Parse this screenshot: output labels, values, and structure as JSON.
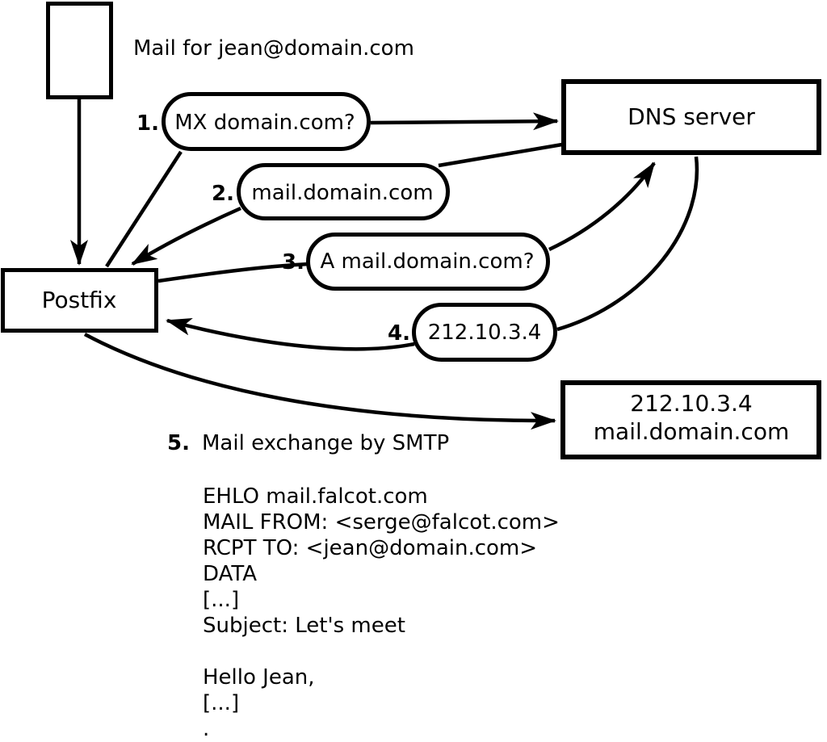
{
  "diagram": {
    "annotation": "Mail for jean@domain.com",
    "nodes": {
      "postfix": "Postfix",
      "dns": "DNS server",
      "mail_server": {
        "line1": "212.10.3.4",
        "line2": "mail.domain.com"
      }
    },
    "steps": [
      {
        "number": "1.",
        "label": "MX domain.com?"
      },
      {
        "number": "2.",
        "label": "mail.domain.com"
      },
      {
        "number": "3.",
        "label": "A mail.domain.com?"
      },
      {
        "number": "4.",
        "label": "212.10.3.4"
      },
      {
        "number": "5.",
        "label": "Mail exchange by SMTP"
      }
    ],
    "smtp_session": [
      "EHLO mail.falcot.com",
      "MAIL FROM: <serge@falcot.com>",
      "RCPT TO: <jean@domain.com>",
      "DATA",
      "[...]",
      "Subject: Let's meet",
      "",
      "Hello Jean,",
      "[...]",
      "."
    ]
  },
  "colors": {
    "ink": "#000000",
    "paper": "#ffffff"
  }
}
